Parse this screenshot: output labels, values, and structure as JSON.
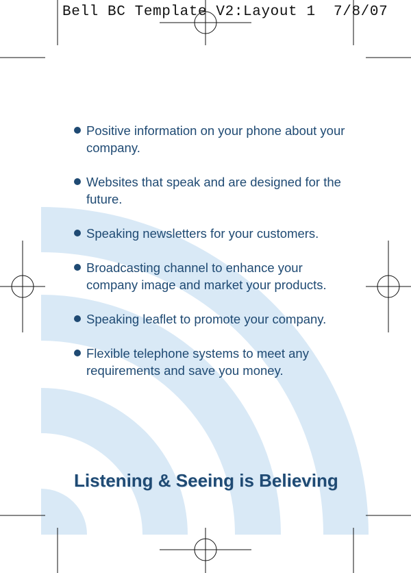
{
  "slug": {
    "text": "Bell BC Template V2:Layout 1  7/8/07"
  },
  "bullets": [
    {
      "text": "Positive information on your phone about your company."
    },
    {
      "text": "Websites that speak and are designed for the future."
    },
    {
      "text": "Speaking newsletters for your customers."
    },
    {
      "text": "Broadcasting channel to enhance your company image and market your products."
    },
    {
      "text": "Speaking leaflet to promote your company."
    },
    {
      "text": "Flexible telephone systems to meet any requirements and save you money."
    }
  ],
  "tagline": "Listening & Seeing is Believing",
  "colors": {
    "text": "#1f4a73",
    "arcs": "#d9e9f6",
    "marks": "#111111"
  },
  "icons": {
    "background": "signal-waves-icon",
    "registration": "crosshair-icon"
  }
}
